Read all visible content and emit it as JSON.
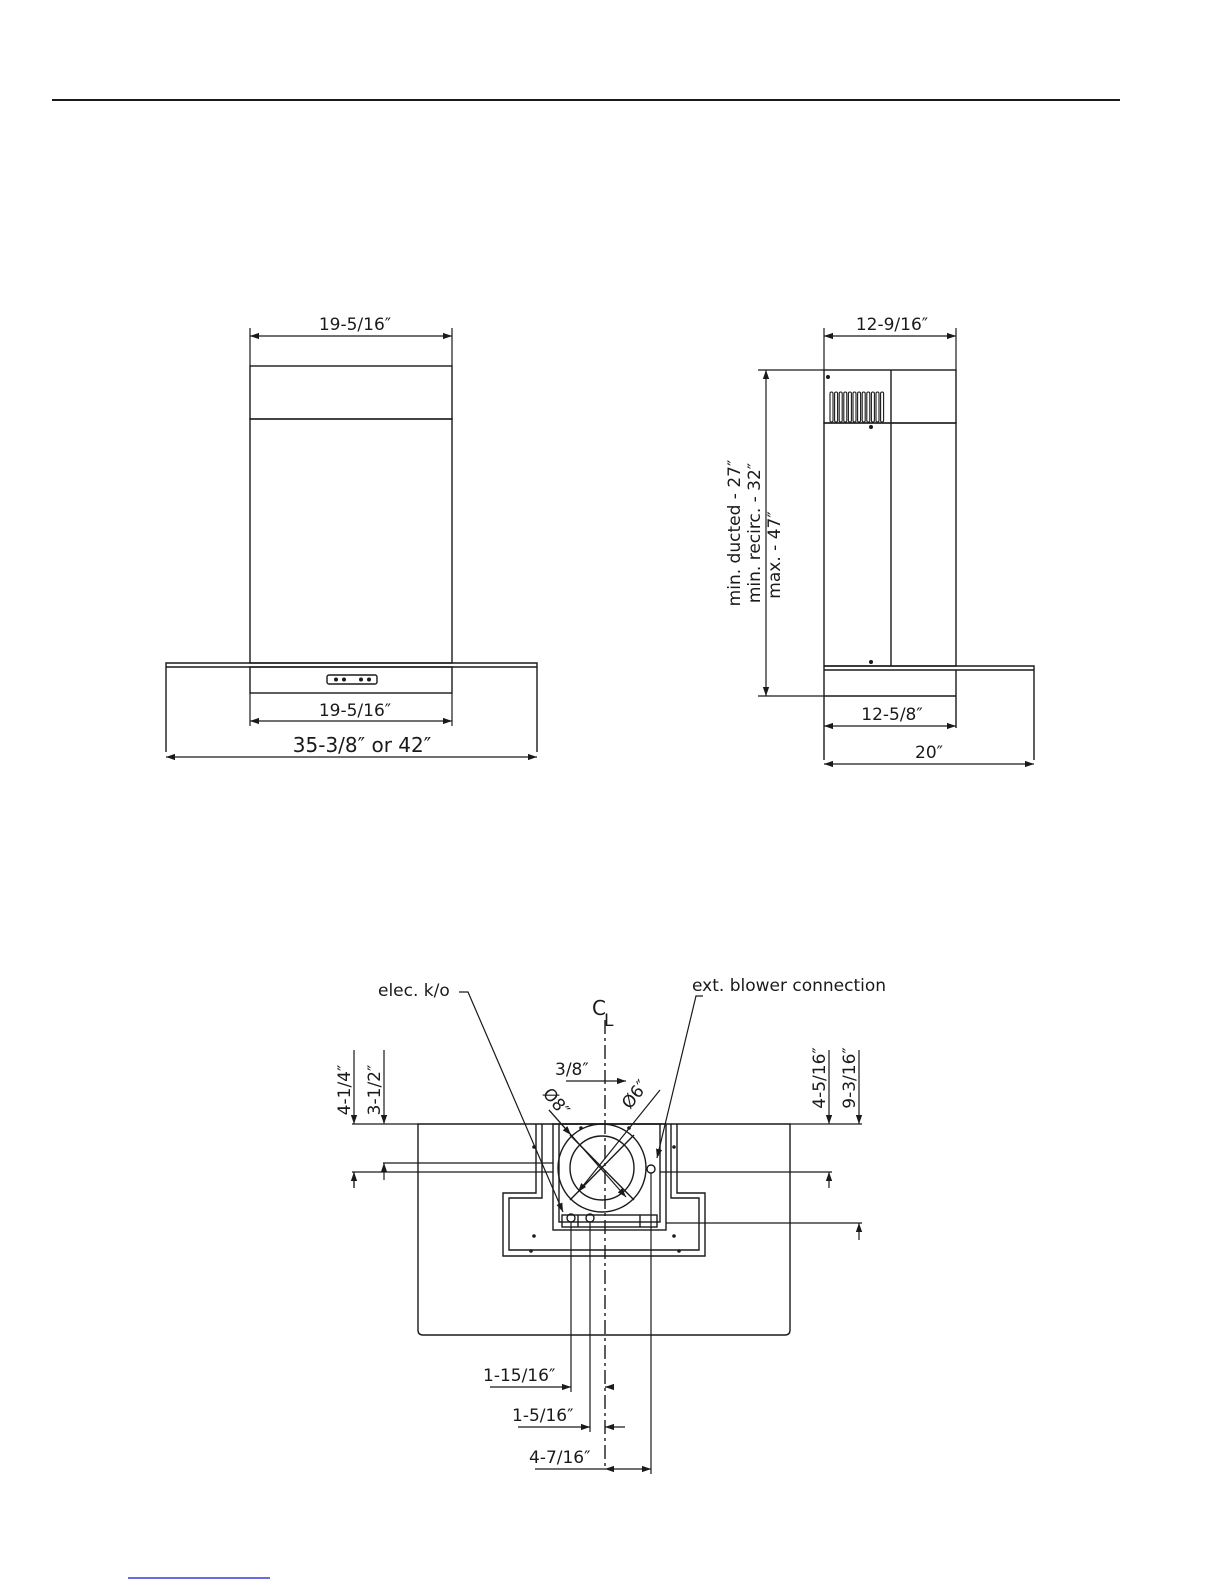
{
  "front_view": {
    "top_width": "19-5/16″",
    "bottom_width": "19-5/16″",
    "canopy_width": "35-3/8″ or 42″"
  },
  "side_view": {
    "top_depth": "12-9/16″",
    "bottom_depth": "12-5/8″",
    "canopy_depth": "20″",
    "height_ducted": "min. ducted - 27″",
    "height_recirc": "min. recirc. - 32″",
    "height_max": "max. - 47″"
  },
  "plan_view": {
    "elec_label": "elec. k/o",
    "blower_label": "ext. blower connection",
    "centerline_c": "C",
    "centerline_l": "L",
    "offset_center": "3/8″",
    "dia_8": "Ø8″",
    "dia_6": "Ø6″",
    "dim_left_outer": "4-1/4″",
    "dim_left_inner": "3-1/2″",
    "dim_right_inner": "4-5/16″",
    "dim_right_outer": "9-3/16″",
    "dim_b1": "1-15/16″",
    "dim_b2": "1-5/16″",
    "dim_b3": "4-7/16″"
  },
  "colors": {
    "ink": "#1a1a1a",
    "footer_link": "#3a3ae0"
  }
}
